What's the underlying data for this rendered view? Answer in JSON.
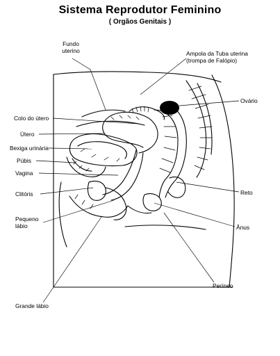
{
  "title": "Sistema Reprodutor Feminino",
  "subtitle": "( Orgãos Genitais )",
  "labels": {
    "fundo_uterino": "Fundo\nuterino",
    "ampola": "Ampola da Tuba uterina\n(trompa de Falópio)",
    "ovario": "Ovário",
    "colo_do_utero": "Colo do útero",
    "utero": "Útero",
    "bexiga": "Bexiga urinária",
    "pubis": "Púbis",
    "vagina": "Vagina",
    "clitoris": "Clitóris",
    "pequeno_labio": "Pequeno\nlábio",
    "reto": "Reto",
    "anus": "Ânus",
    "perineo": "Períneo",
    "grande_labio": "Grande lábio"
  }
}
